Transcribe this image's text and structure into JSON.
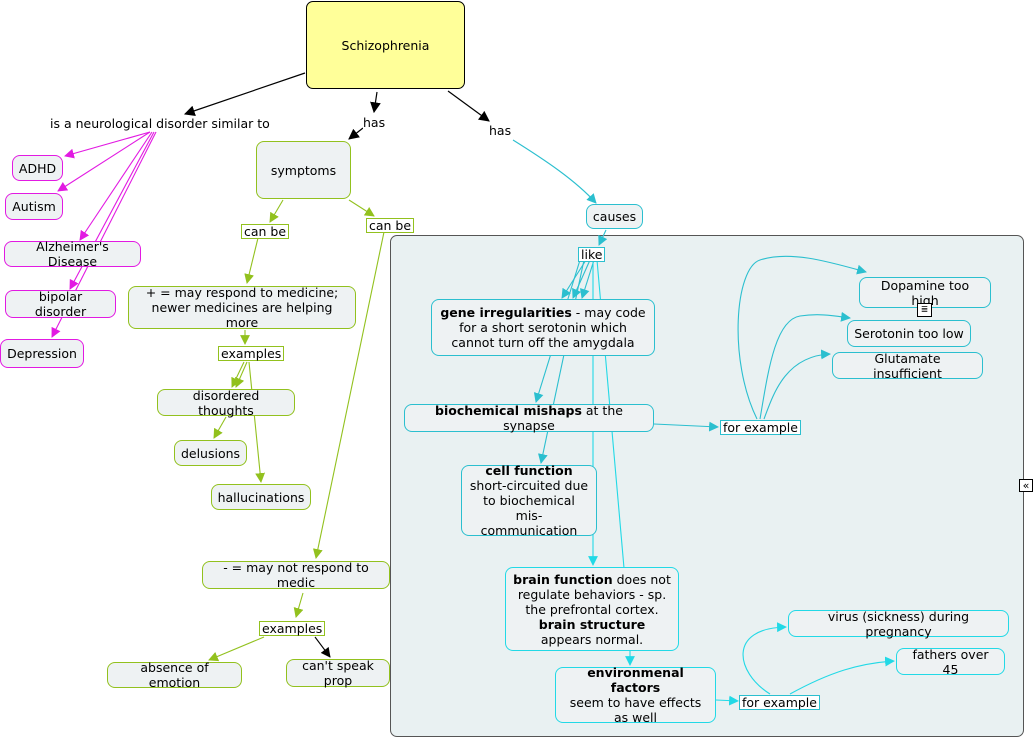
{
  "colors": {
    "pink": "#e21ae2",
    "green": "#92c11e",
    "cyan": "#22d9e6",
    "teal": "#2bbfcf",
    "root": "#ffff99",
    "panel": "#e9f1f2"
  },
  "root": "Schizophrenia",
  "links": {
    "similar_to": "is a neurological disorder similar to",
    "has_symptoms": "has",
    "has_causes": "has",
    "can_be_1": "can be",
    "can_be_2": "can be",
    "examples_1": "examples",
    "examples_2": "examples",
    "like": "like",
    "for_example_1": "for example",
    "for_example_2": "for example"
  },
  "similar": [
    "ADHD",
    "Autism",
    "Alzheimer's Disease",
    "bipolar disorder",
    "Depression"
  ],
  "symptoms": {
    "label": "symptoms",
    "positive": "+ = may respond to medicine; newer medicines are helping more",
    "positive_examples": [
      "disordered thoughts",
      "delusions",
      "hallucinations"
    ],
    "negative": "- = may not respond to medic",
    "negative_examples": [
      "absence of emotion",
      "can't speak prop"
    ]
  },
  "causes": {
    "label": "causes",
    "gene": {
      "bold": "gene irregularities",
      "rest": " - may code for a short serotonin which cannot turn off the amygdala"
    },
    "biochem": {
      "bold": "biochemical mishaps",
      "rest": " at the synapse"
    },
    "cell": {
      "bold": "cell function",
      "rest": "short-circuited due to biochemical mis-communication"
    },
    "brain": {
      "bold1": "brain function",
      "rest1": " does not regulate behaviors - sp. the prefrontal cortex.",
      "bold2": "brain structure",
      "rest2": " appears normal."
    },
    "env": {
      "bold": "environmenal factors",
      "rest": "seem to have effects as well"
    },
    "chem_examples": [
      "Dopamine too high",
      "Serotonin too low",
      "Glutamate insufficient"
    ],
    "env_examples": [
      "virus (sickness) during pregnancy",
      "fathers over 45"
    ]
  },
  "icons": {
    "note": "note-icon",
    "collapse": "collapse-icon"
  }
}
